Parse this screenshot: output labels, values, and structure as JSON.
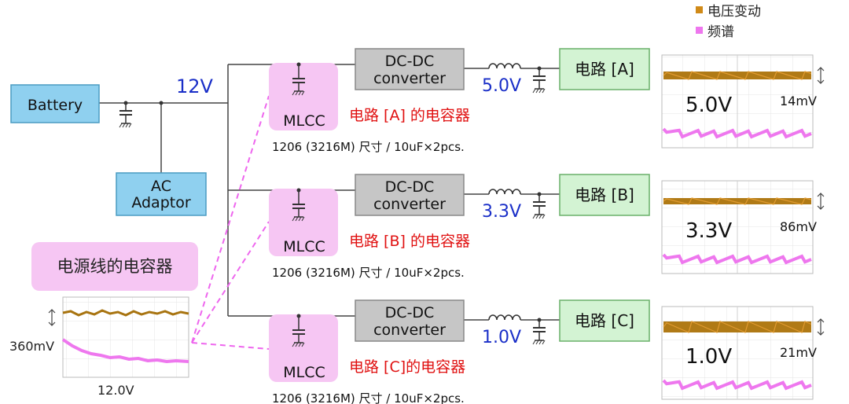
{
  "legend": [
    {
      "label": "电压变动",
      "color": "#d08a18"
    },
    {
      "label": "频谱",
      "color": "#ee77ee"
    }
  ],
  "battery": {
    "label": "Battery"
  },
  "ac_adaptor": {
    "line1": "AC",
    "line2": "Adaptor"
  },
  "input_voltage": "12V",
  "power_line_caption": "电源线的电容器",
  "input_scope": {
    "amplitude": "360mV",
    "dc": "12.0V"
  },
  "mlcc_label": "MLCC",
  "converter": {
    "line1": "DC-DC",
    "line2": "converter"
  },
  "rails": [
    {
      "out_voltage": "5.0V",
      "circuit": "电路 [A]",
      "cap_caption": "电路 [A] 的电容器",
      "cap_spec": "1206 (3216M) 尺寸 / 10uF×2pcs.",
      "scope_dc": "5.0V",
      "scope_amplitude": "14mV"
    },
    {
      "out_voltage": "3.3V",
      "circuit": "电路 [B]",
      "cap_caption": "电路 [B] 的电容器",
      "cap_spec": "1206 (3216M) 尺寸 / 10uF×2pcs.",
      "scope_dc": "3.3V",
      "scope_amplitude": "86mV"
    },
    {
      "out_voltage": "1.0V",
      "circuit": "电路 [C]",
      "cap_caption": "电路 [C]的电容器",
      "cap_spec": "1206 (3216M) 尺寸 / 10uF×2pcs.",
      "scope_dc": "1.0V",
      "scope_amplitude": "21mV"
    }
  ],
  "colors": {
    "battery_fill": "#8fd0ef",
    "converter_fill": "#c6c6c6",
    "circuit_fill": "#d3f3d3",
    "mlcc_fill": "#f6c6f3",
    "voltage_text": "#1a2fc8",
    "caption_red": "#e01010",
    "trace_orange": "#a87410",
    "trace_pink": "#ee77ee"
  }
}
